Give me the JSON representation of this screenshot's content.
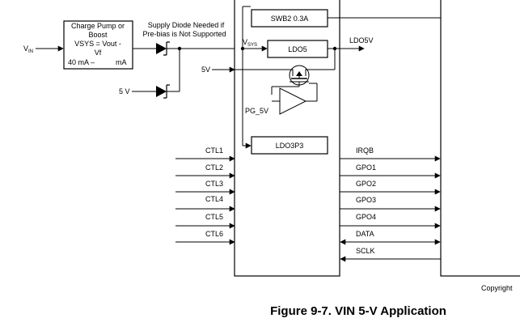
{
  "labels": {
    "vin": "V",
    "vin_sub": "IN",
    "pump_line1": "Charge Pump or",
    "pump_line2": "Boost",
    "pump_line3": "VSYS = Vout -",
    "pump_line4": "Vf",
    "pump_line5a": "40 mA –",
    "pump_line5b": "mA",
    "diode_note_line1": "Supply Diode Needed if",
    "diode_note_line2": "Pre-bias is Not Supported",
    "five_v_in": "5 V",
    "five_v_internal": "5V",
    "vsys": "V",
    "vsys_sub": "SYS",
    "swb2": "SWB2 0.3A",
    "ldo5": "LDO5",
    "ldo5v": "LDO5V",
    "pg5v": "PG_5V",
    "ldo3p3": "LDO3P3",
    "ctl": [
      "CTL1",
      "CTL2",
      "CTL3",
      "CTL4",
      "CTL5",
      "CTL6"
    ],
    "right_signals": [
      "IRQB",
      "GPO1",
      "GPO2",
      "GPO3",
      "GPO4",
      "DATA",
      "SCLK"
    ],
    "copyright": "Copyright",
    "caption": "Figure 9-7. VIN 5-V Application"
  }
}
